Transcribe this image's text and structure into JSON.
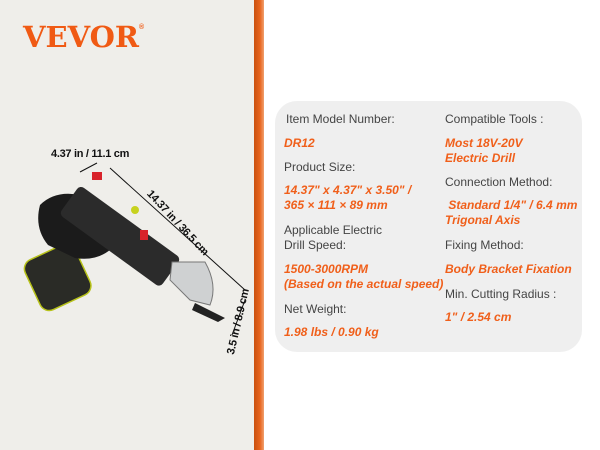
{
  "brand": {
    "name": "VEVOR",
    "mark": "®"
  },
  "dimensions": {
    "width": "4.37 in / 11.1 cm",
    "length": "14.37 in / 36.5 cm",
    "height": "3.5 in / 8.9 cm"
  },
  "specs": {
    "left": [
      {
        "label": "Item Model Number:",
        "value": "DR12"
      },
      {
        "label": "Product Size:",
        "value_lines": [
          "14.37\" x 4.37\" x 3.50\" /",
          "365 × 111 × 89 mm"
        ]
      },
      {
        "label_lines": [
          "Applicable Electric",
          "Drill Speed:"
        ],
        "value_lines": [
          "1500-3000RPM",
          "(Based on the actual speed)"
        ]
      },
      {
        "label": "Net Weight:",
        "value": "1.98 lbs / 0.90 kg"
      }
    ],
    "right": [
      {
        "label": "Compatible Tools :",
        "value_lines": [
          "Most 18V-20V",
          "Electric Drill"
        ]
      },
      {
        "label": "Connection Method:",
        "value_lines": [
          " Standard 1/4\" / 6.4 mm",
          "Trigonal Axis"
        ]
      },
      {
        "label": "Fixing Method:",
        "value": "Body Bracket Fixation"
      },
      {
        "label": "Min. Cutting Radius :",
        "value": "1\" / 2.54 cm"
      }
    ]
  },
  "colors": {
    "accent": "#f05a14",
    "panel": "#efeeea",
    "card": "#efefef"
  }
}
